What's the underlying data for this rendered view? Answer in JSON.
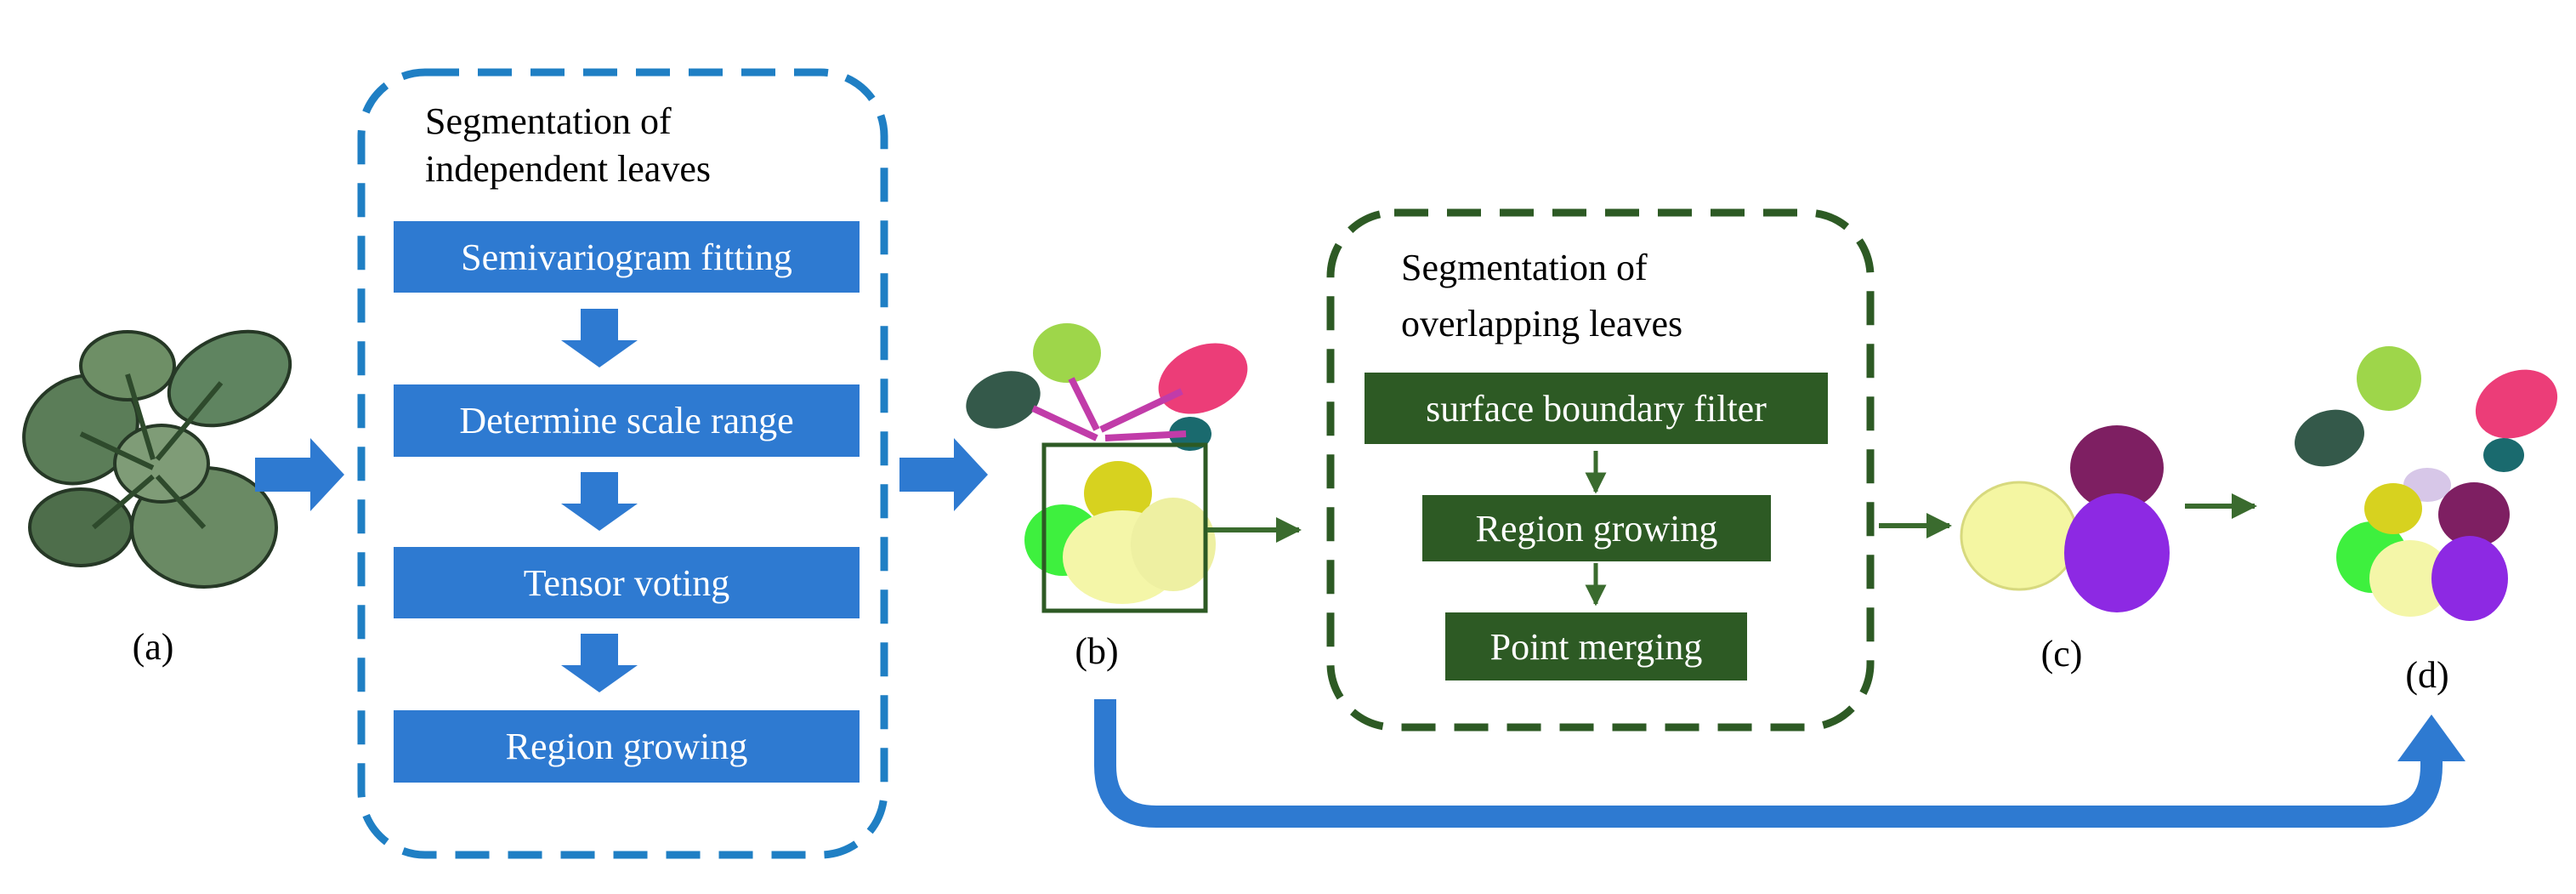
{
  "independent": {
    "title_line1": "Segmentation of",
    "title_line2": "independent leaves",
    "steps": [
      "Semivariogram fitting",
      "Determine scale range",
      "Tensor voting",
      "Region growing"
    ]
  },
  "overlapping": {
    "title_line1": "Segmentation of",
    "title_line2": "overlapping leaves",
    "steps": [
      "surface boundary filter",
      "Region growing",
      "Point merging"
    ]
  },
  "labels": {
    "a": "(a)",
    "b": "(b)",
    "c": "(c)",
    "d": "(d)"
  },
  "colors": {
    "blue_box": "#2e7ad1",
    "green_box": "#2d5a24",
    "blue_dash": "#1f7fc4",
    "green_dash": "#2d5a24",
    "arrow_blue": "#2e7ad1",
    "arrow_green": "#3a6b2e"
  }
}
